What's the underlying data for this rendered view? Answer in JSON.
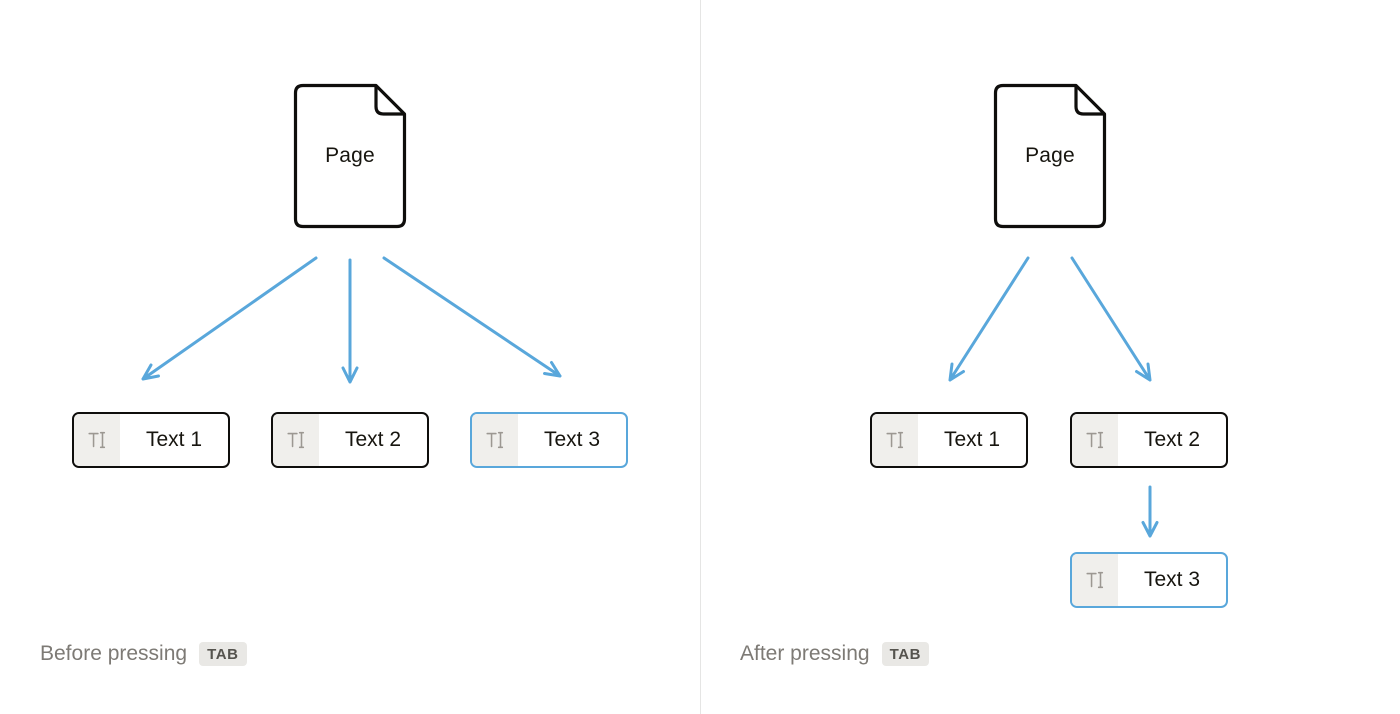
{
  "colors": {
    "accent_blue": "#59A7DB",
    "block_border": "#0F0E0C",
    "icon_bg": "#F0EFEC",
    "icon_glyph": "#9C9892",
    "caption_text": "#7D7A75",
    "badge_bg": "#E9E8E5",
    "badge_text": "#55534E",
    "divider": "#E5E5E4",
    "text_dark": "#17150F"
  },
  "icons": {
    "page": "document-page-icon",
    "block": "text-block-icon",
    "arrow": "flow-arrow"
  },
  "panels": [
    {
      "name": "before",
      "page_label": "Page",
      "blocks": [
        {
          "label": "Text 1",
          "selected": false
        },
        {
          "label": "Text 2",
          "selected": false
        },
        {
          "label": "Text 3",
          "selected": true
        }
      ],
      "caption": "Before pressing",
      "key_label": "TAB"
    },
    {
      "name": "after",
      "page_label": "Page",
      "blocks": [
        {
          "label": "Text 1",
          "selected": false
        },
        {
          "label": "Text 2",
          "selected": false
        },
        {
          "label": "Text 3",
          "selected": true
        }
      ],
      "caption": "After pressing",
      "key_label": "TAB"
    }
  ]
}
